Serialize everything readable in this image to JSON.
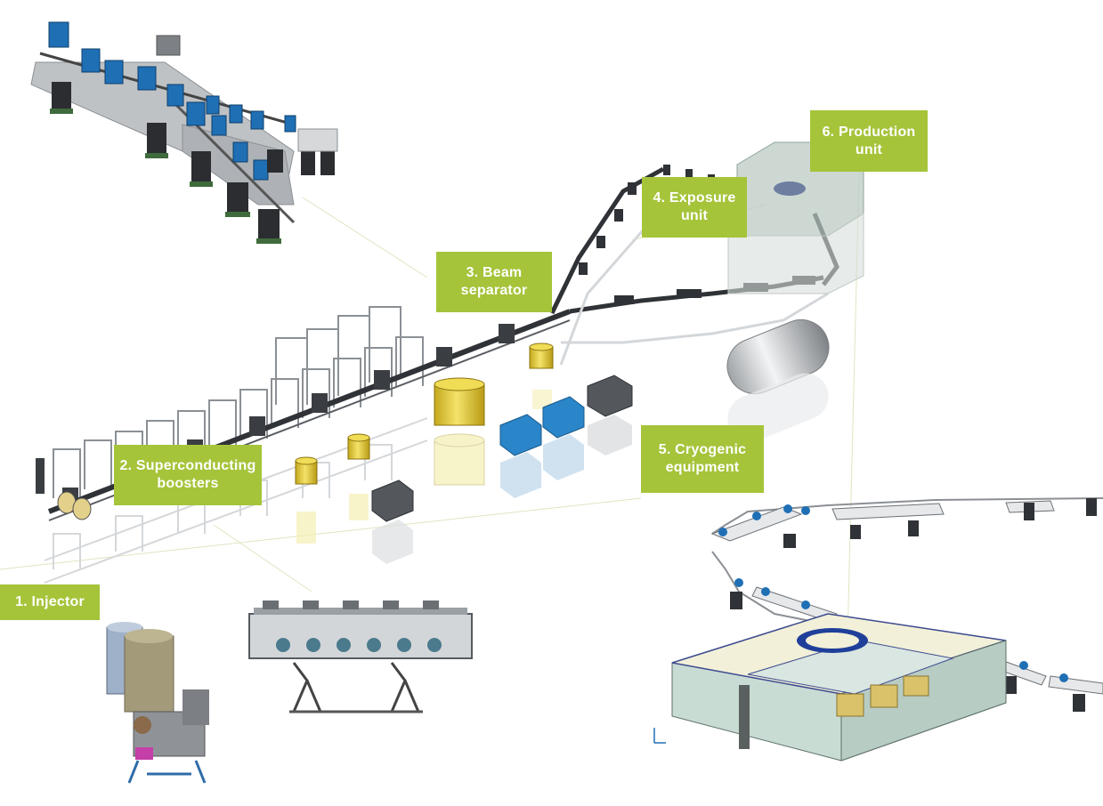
{
  "labels": {
    "injector": "1. Injector",
    "superconducting_boosters": "2. Superconducting\nboosters",
    "beam_separator": "3. Beam\nseparator",
    "exposure_unit": "4. Exposure\nunit",
    "cryogenic_equipment": "5. Cryogenic\nequipment",
    "production_unit": "6. Production\nunit"
  },
  "colors": {
    "label_background": "#a5c43a",
    "label_text": "#ffffff",
    "magnet_blue": "#1f6fb5",
    "beamline_dark": "#2f3236",
    "support_grey": "#c9cbce",
    "cryo_yellow": "#e8d24a",
    "coldbox_blue": "#2a85c9",
    "building_cream": "#f2f0d8",
    "building_glass": "#c8dcd4"
  },
  "icons": [
    "magnet-icon",
    "tank-icon",
    "cryomodule-icon",
    "building-icon"
  ]
}
